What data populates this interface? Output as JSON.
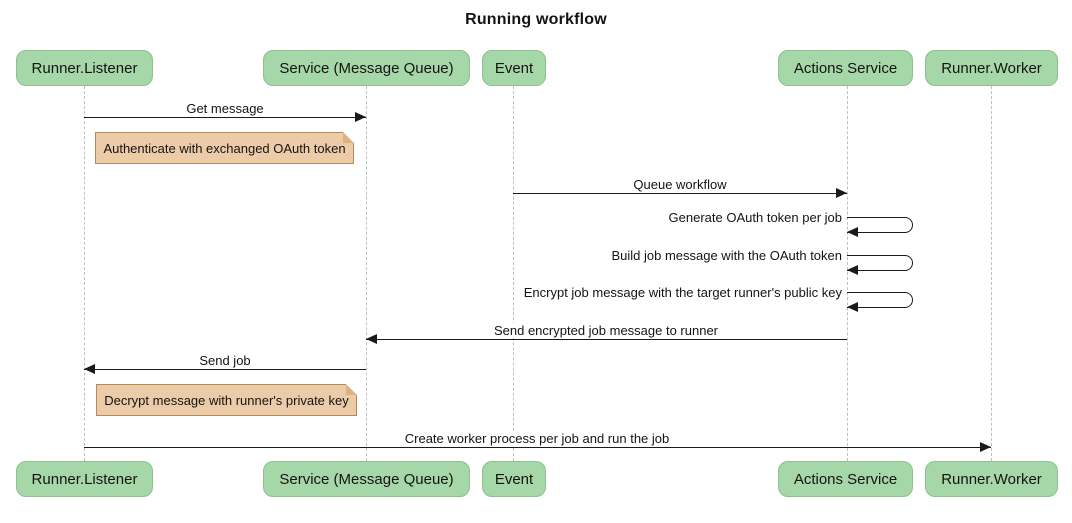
{
  "title": "Running workflow",
  "colors": {
    "actor_fill": "#a6d7a8",
    "actor_border": "#8cc08e",
    "note_fill": "#eccca8",
    "note_border": "#b48a56",
    "note_fold": "#dcb183",
    "lifeline": "#bfbfbf",
    "arrow": "#1a1a1a",
    "text": "#141414"
  },
  "actors": [
    {
      "label": "Runner.Listener"
    },
    {
      "label": "Service (Message Queue)"
    },
    {
      "label": "Event"
    },
    {
      "label": "Actions Service"
    },
    {
      "label": "Runner.Worker"
    }
  ],
  "messages": [
    {
      "label": "Get message",
      "from": "Runner.Listener",
      "to": "Service (Message Queue)",
      "direction": "right"
    },
    {
      "label": "Queue workflow",
      "from": "Event",
      "to": "Actions Service",
      "direction": "right"
    },
    {
      "label": "Generate OAuth token per job",
      "from": "Actions Service",
      "to": "Actions Service",
      "direction": "self"
    },
    {
      "label": "Build job message with the OAuth token",
      "from": "Actions Service",
      "to": "Actions Service",
      "direction": "self"
    },
    {
      "label": "Encrypt job message with the target runner's public key",
      "from": "Actions Service",
      "to": "Actions Service",
      "direction": "self"
    },
    {
      "label": "Send encrypted job message to runner",
      "from": "Actions Service",
      "to": "Service (Message Queue)",
      "direction": "left"
    },
    {
      "label": "Send job",
      "from": "Service (Message Queue)",
      "to": "Runner.Listener",
      "direction": "left"
    },
    {
      "label": "Create worker process per job and run the job",
      "from": "Runner.Listener",
      "to": "Runner.Worker",
      "direction": "right"
    }
  ],
  "notes": [
    {
      "text": "Authenticate with exchanged OAuth token",
      "anchor": "Runner.Listener"
    },
    {
      "text": "Decrypt message with runner's private key",
      "anchor": "Runner.Listener"
    }
  ]
}
